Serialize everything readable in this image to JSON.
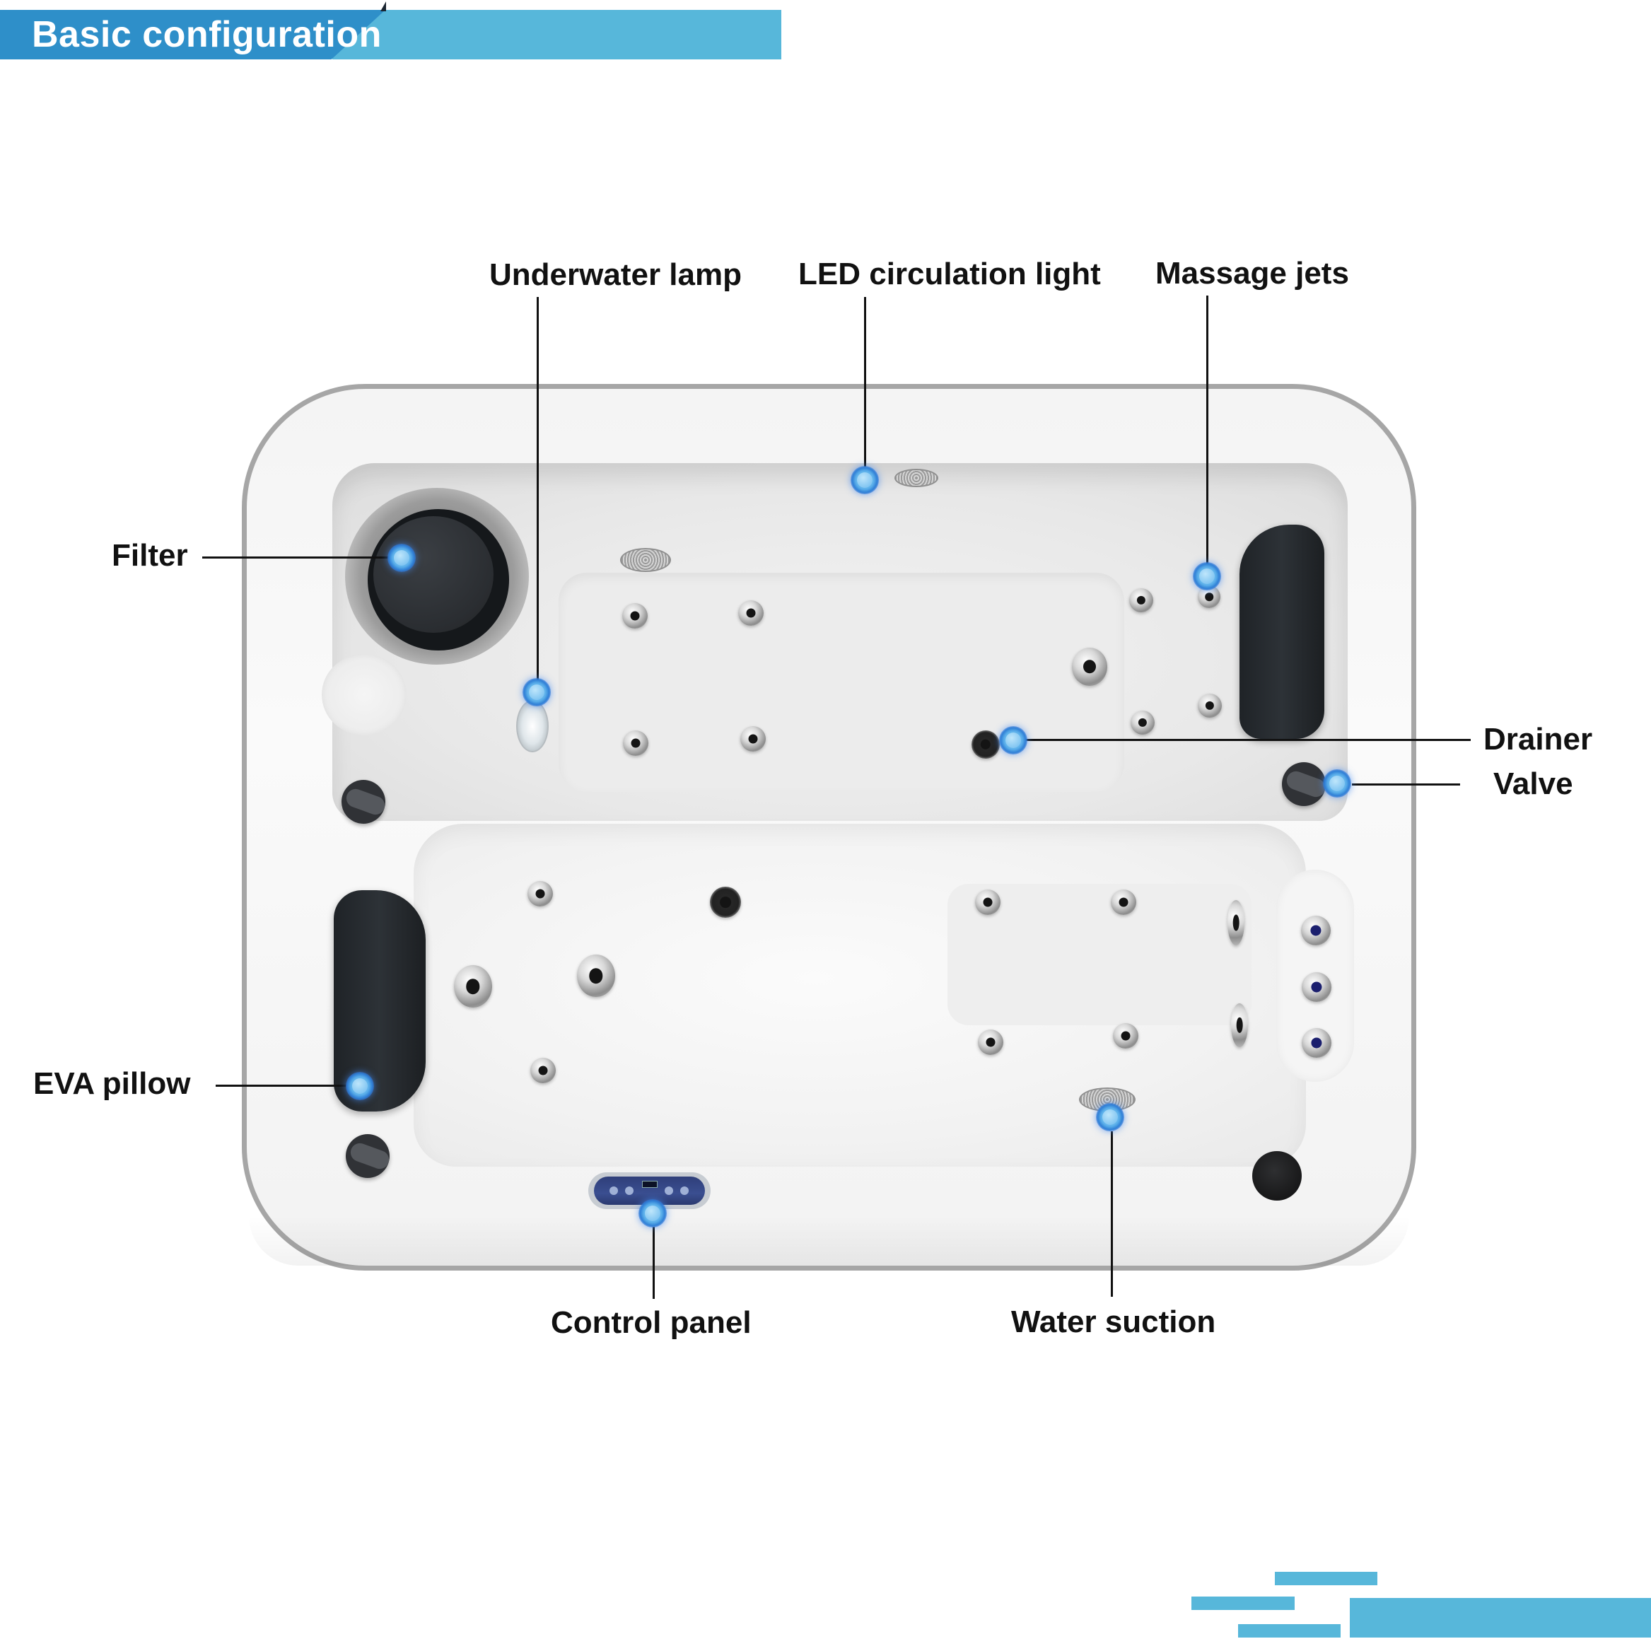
{
  "header": {
    "title": "Basic configuration",
    "colors": {
      "dark": "#2E8FC9",
      "light": "#57B7DA"
    }
  },
  "labels": {
    "underwater_lamp": "Underwater lamp",
    "led_circulation_light": "LED circulation light",
    "massage_jets": "Massage jets",
    "filter": "Filter",
    "drainer": "Drainer",
    "valve": "Valve",
    "eva_pillow": "EVA pillow",
    "control_panel": "Control panel",
    "water_suction": "Water suction"
  },
  "callout_color": "#4AA3E8",
  "accent_color": "#57B7DA"
}
